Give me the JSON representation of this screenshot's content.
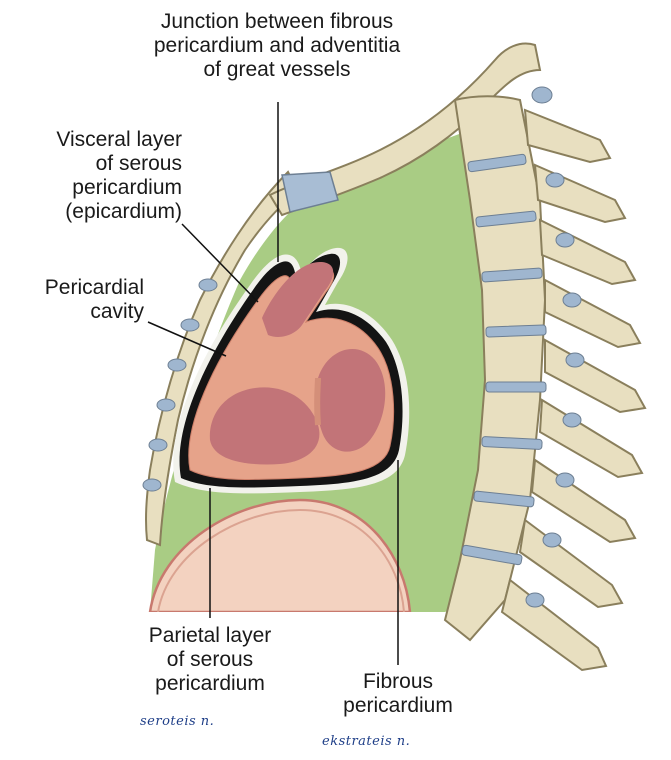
{
  "labels": {
    "junction": "Junction between fibrous\npericardium and adventitia\nof great vessels",
    "visceral": "Visceral layer\nof serous\npericardium\n(epicardium)",
    "cavity": "Pericardial\ncavity",
    "parietal": "Parietal layer\nof serous\npericardium",
    "fibrous": "Fibrous\npericardium"
  },
  "handwriting": {
    "left": "seroteis n.",
    "right": "ekstrateis n."
  },
  "colors": {
    "background_green": "#a9cc84",
    "bone": "#e8dfc0",
    "bone_outline": "#8a7f5c",
    "disc": "#9fb6cf",
    "fibrous_layer": "#f2f2ec",
    "parietal_serous": "#141414",
    "myocardium": "#e6a38a",
    "chambers": "#c27478",
    "diaphragm": "#f3d2c0",
    "diaphragm_rim": "#c8796e"
  }
}
